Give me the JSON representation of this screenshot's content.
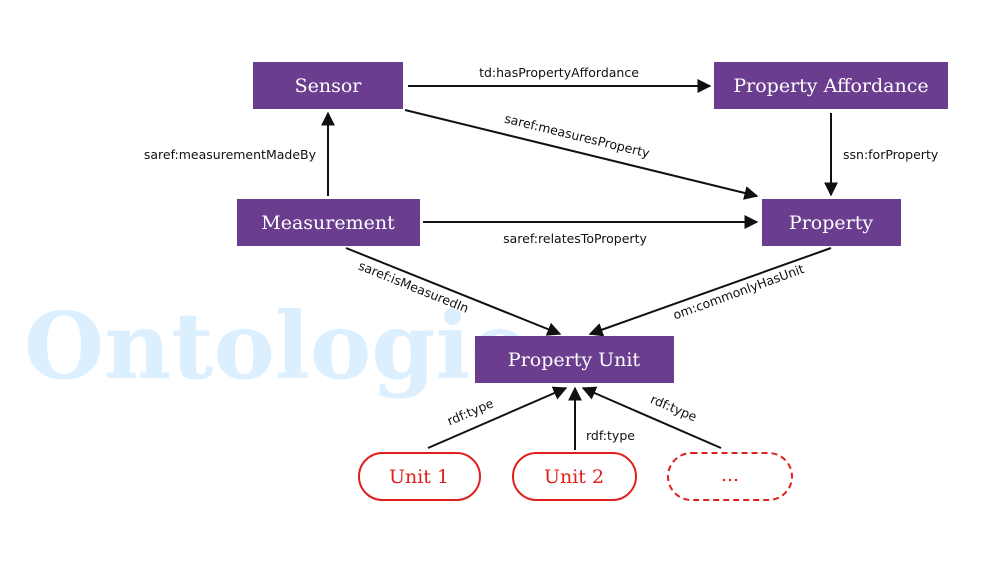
{
  "watermark": "Ontologie",
  "nodes": {
    "sensor": "Sensor",
    "property_affordance": "Property Affordance",
    "measurement": "Measurement",
    "property": "Property",
    "property_unit": "Property Unit"
  },
  "instances": {
    "unit1": "Unit 1",
    "unit2": "Unit 2",
    "more": "..."
  },
  "edges": {
    "has_property_affordance": "td:hasPropertyAffordance",
    "measures_property": "saref:measuresProperty",
    "measurement_made_by": "saref:measurementMadeBy",
    "for_property": "ssn:forProperty",
    "relates_to_property": "saref:relatesToProperty",
    "is_measured_in": "saref:isMeasuredIn",
    "commonly_has_unit": "om:commonlyHasUnit",
    "rdf_type_1": "rdf:type",
    "rdf_type_2": "rdf:type",
    "rdf_type_3": "rdf:type"
  },
  "colors": {
    "node_fill": "#6b3d8f",
    "instance_stroke": "#e0201c",
    "watermark": "#dcefff",
    "edge": "#111111"
  }
}
